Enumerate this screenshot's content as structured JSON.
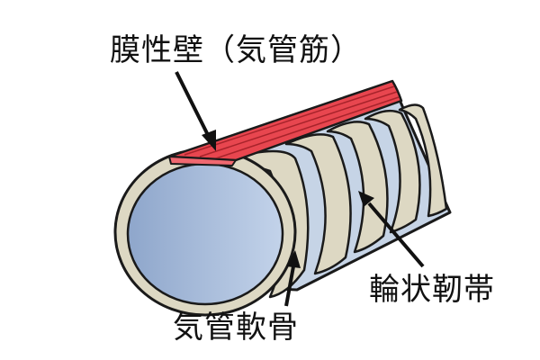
{
  "labels": {
    "membranous_wall": "膜性壁（気管筋）",
    "annular_ligament": "輪状靭帯",
    "tracheal_cartilage": "気管軟骨"
  },
  "colors": {
    "outline": "#1a1a1a",
    "cartilage": "#ddd8c3",
    "cartilage_shadow": "#c8c1a6",
    "ligament": "#c6d4e6",
    "lumen_light": "#c3d3ea",
    "lumen_dark": "#8ea6cb",
    "muscle": "#e8464f",
    "muscle_light": "#f06870",
    "text": "#111111"
  }
}
